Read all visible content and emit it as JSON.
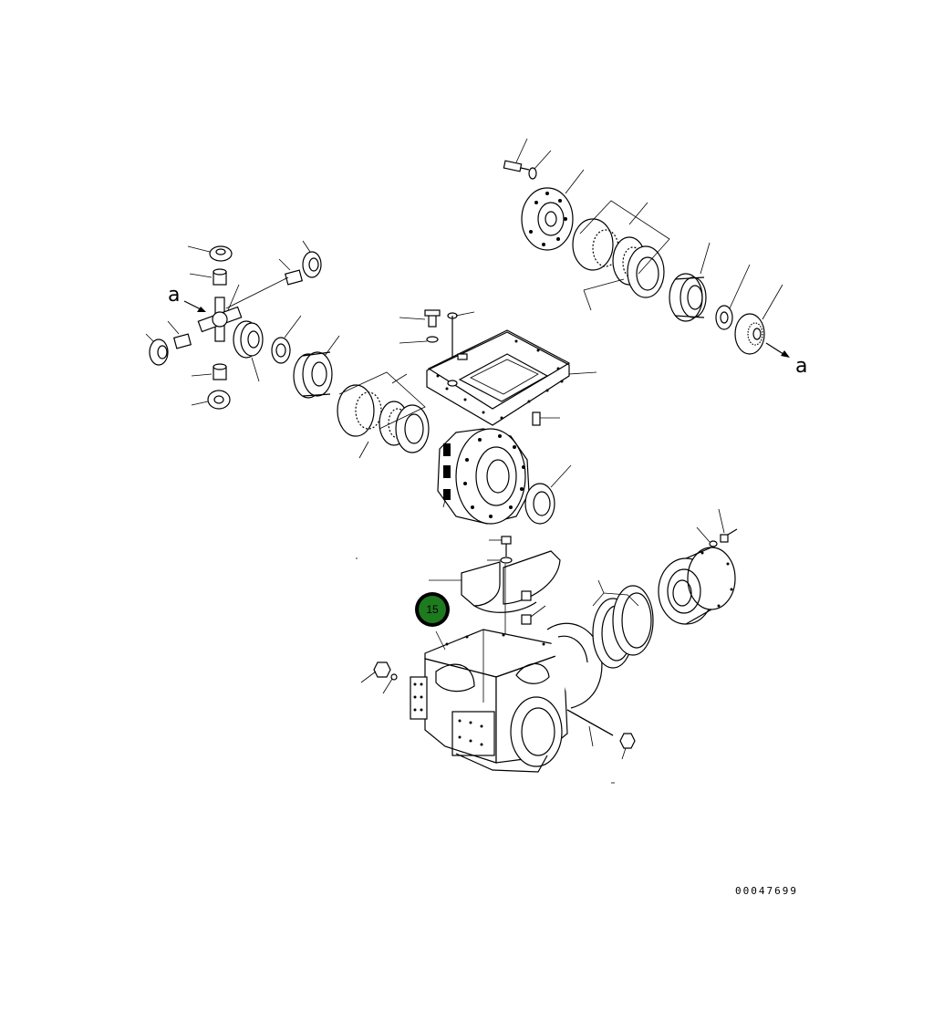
{
  "diagram": {
    "drawing_number": "00047699",
    "view_link_markers": [
      "a",
      "a"
    ],
    "highlighted_callout": {
      "label": "15",
      "fill_color": "#1e7a1e",
      "ring_color": "#000000",
      "text_color": "#ffffff"
    }
  }
}
